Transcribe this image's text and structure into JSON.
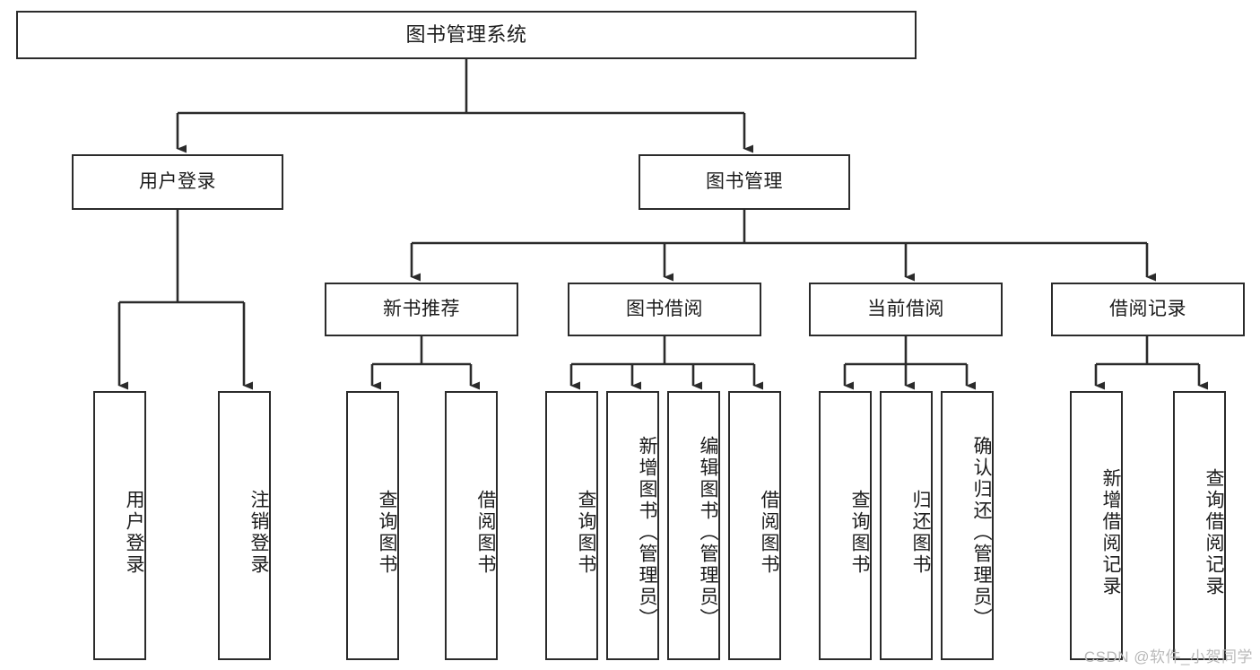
{
  "diagram": {
    "title": "图书管理系统",
    "type": "tree-hierarchy",
    "watermark": "CSDN @软件_小贺同学",
    "colors": {
      "stroke": "#2b2b2b",
      "fill": "#ffffff",
      "text": "#1c1c1c",
      "watermark": "#b9b9b9"
    },
    "levels": {
      "root": "图书管理系统",
      "level2": [
        "用户登录",
        "图书管理"
      ],
      "level3": [
        "新书推荐",
        "图书借阅",
        "当前借阅",
        "借阅记录"
      ]
    },
    "nodes": {
      "root": {
        "label": "图书管理系统"
      },
      "user_login": {
        "label": "用户登录"
      },
      "book_manage": {
        "label": "图书管理"
      },
      "new_book_rec": {
        "label": "新书推荐"
      },
      "book_borrow": {
        "label": "图书借阅"
      },
      "current_borrow": {
        "label": "当前借阅"
      },
      "borrow_record": {
        "label": "借阅记录"
      },
      "leaf_user_login": {
        "label": "用户登录"
      },
      "leaf_logout": {
        "label": "注销登录"
      },
      "leaf_query_book_1": {
        "label": "查询图书"
      },
      "leaf_borrow_book_1": {
        "label": "借阅图书"
      },
      "leaf_query_book_2": {
        "label": "查询图书"
      },
      "leaf_add_book": {
        "label": "新增图书（管理员）"
      },
      "leaf_edit_book": {
        "label": "编辑图书（管理员）"
      },
      "leaf_borrow_book_2": {
        "label": "借阅图书"
      },
      "leaf_query_book_3": {
        "label": "查询图书"
      },
      "leaf_return_book": {
        "label": "归还图书"
      },
      "leaf_confirm_return": {
        "label": "确认归还（管理员）"
      },
      "leaf_add_record": {
        "label": "新增借阅记录"
      },
      "leaf_query_record": {
        "label": "查询借阅记录"
      }
    },
    "edges": [
      {
        "from": "root",
        "to": "user_login"
      },
      {
        "from": "root",
        "to": "book_manage"
      },
      {
        "from": "user_login",
        "to": "leaf_user_login"
      },
      {
        "from": "user_login",
        "to": "leaf_logout"
      },
      {
        "from": "book_manage",
        "to": "new_book_rec"
      },
      {
        "from": "book_manage",
        "to": "book_borrow"
      },
      {
        "from": "book_manage",
        "to": "current_borrow"
      },
      {
        "from": "book_manage",
        "to": "borrow_record"
      },
      {
        "from": "new_book_rec",
        "to": "leaf_query_book_1"
      },
      {
        "from": "new_book_rec",
        "to": "leaf_borrow_book_1"
      },
      {
        "from": "book_borrow",
        "to": "leaf_query_book_2"
      },
      {
        "from": "book_borrow",
        "to": "leaf_add_book"
      },
      {
        "from": "book_borrow",
        "to": "leaf_edit_book"
      },
      {
        "from": "book_borrow",
        "to": "leaf_borrow_book_2"
      },
      {
        "from": "current_borrow",
        "to": "leaf_query_book_3"
      },
      {
        "from": "current_borrow",
        "to": "leaf_return_book"
      },
      {
        "from": "current_borrow",
        "to": "leaf_confirm_return"
      },
      {
        "from": "borrow_record",
        "to": "leaf_add_record"
      },
      {
        "from": "borrow_record",
        "to": "leaf_query_record"
      }
    ]
  }
}
